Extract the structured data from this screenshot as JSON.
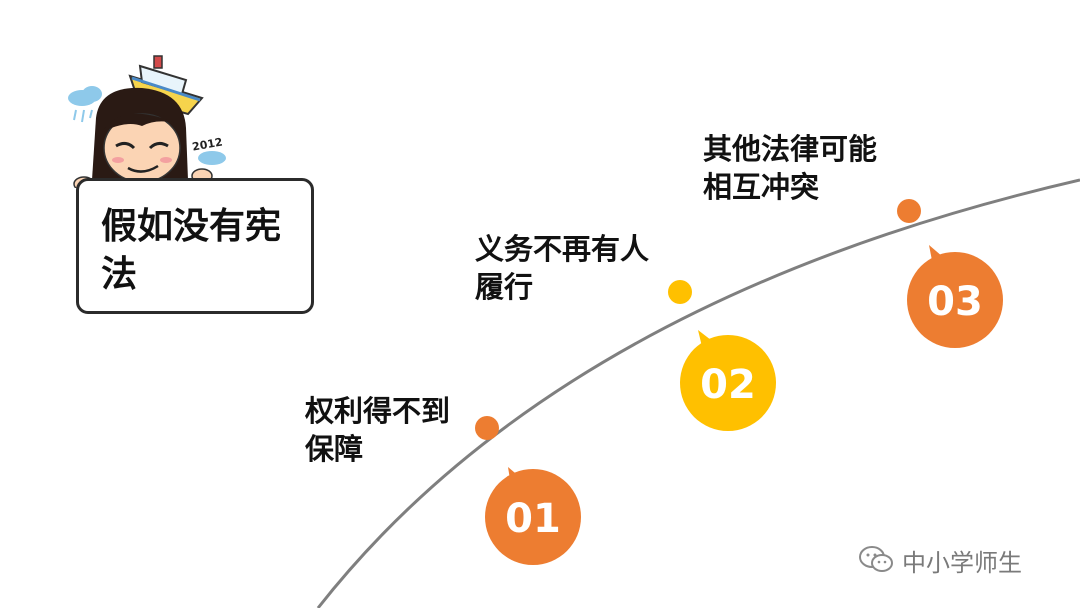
{
  "title_card": {
    "text": "假如没有宪法"
  },
  "steps": [
    {
      "number": "01",
      "label_line1": "权利得不到",
      "label_line2": "保障",
      "color": "#ED7D31"
    },
    {
      "number": "02",
      "label_line1": "义务不再有人",
      "label_line2": "履行",
      "color": "#FFC000"
    },
    {
      "number": "03",
      "label_line1": "其他法律可能",
      "label_line2": "相互冲突",
      "color": "#ED7D31"
    }
  ],
  "watermark": {
    "text": "中小学师生",
    "icon": "wechat-icon"
  },
  "illustration": {
    "badge_text": "2012"
  },
  "colors": {
    "curve": "#7f7f7f",
    "text": "#111111",
    "accent_orange": "#ED7D31",
    "accent_yellow": "#FFC000"
  }
}
